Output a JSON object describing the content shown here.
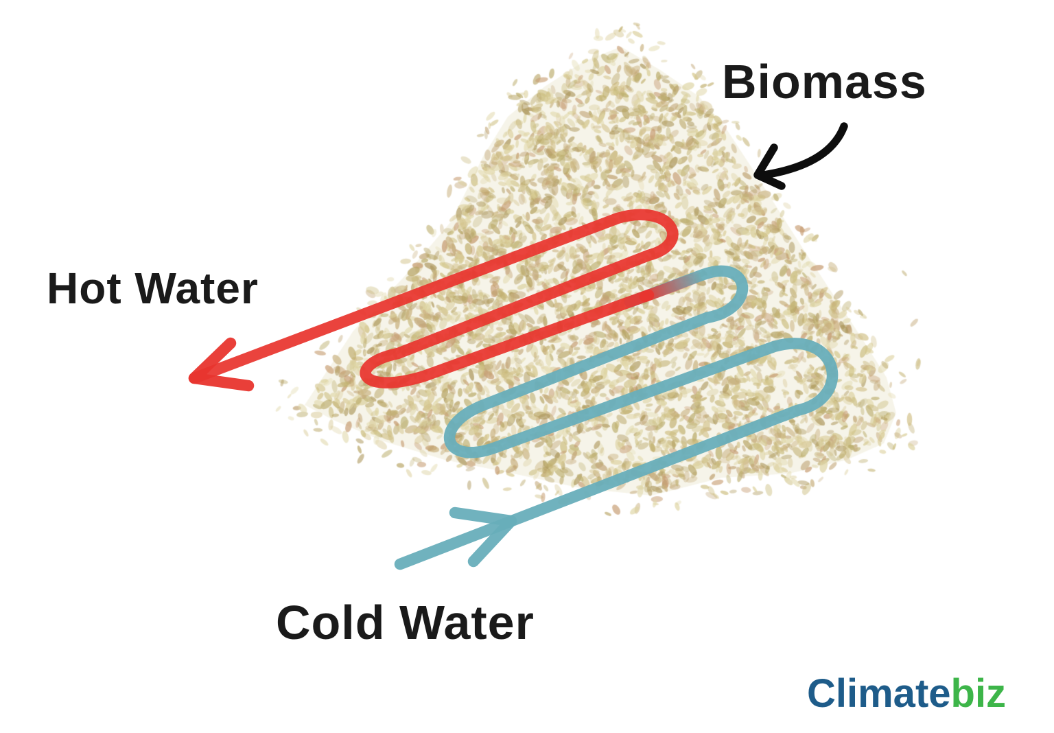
{
  "labels": {
    "biomass": "Biomass",
    "hot_water": "Hot Water",
    "cold_water": "Cold Water"
  },
  "logo": {
    "climate": "Climate",
    "biz": "biz"
  },
  "colors": {
    "background": "#ffffff",
    "text": "#1a1a1a",
    "hot_pipe": "#e8352e",
    "cold_pipe": "#68aebb",
    "black_arrow": "#0d0d0d",
    "logo_climate": "#1e5c8a",
    "logo_biz": "#3db549",
    "pile_wash": "#d8cc99"
  },
  "pile": {
    "description": "mound of biomass leaves",
    "palette": [
      "#cdbf82",
      "#d7ca92",
      "#c3b273",
      "#b8a566",
      "#ddd3a1",
      "#c8b07d",
      "#c2a677",
      "#af9a60",
      "#d4c48e",
      "#e2d9ad",
      "#c79e74",
      "#bcae6e"
    ]
  }
}
